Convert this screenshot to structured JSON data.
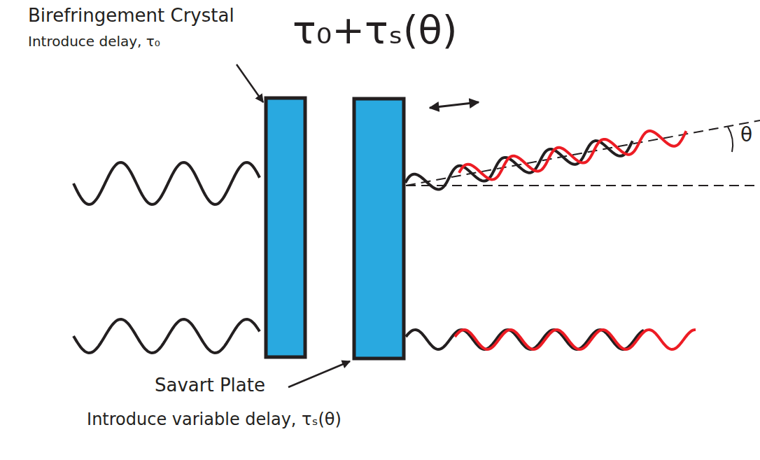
{
  "diagram": {
    "labels": [
      "Birefringement Crystal",
      "Introduce delay, τ₀",
      "τ₀+τₛ(θ)",
      "θ",
      "Savart Plate",
      "Introduce variable delay, τₛ(θ)"
    ]
  }
}
